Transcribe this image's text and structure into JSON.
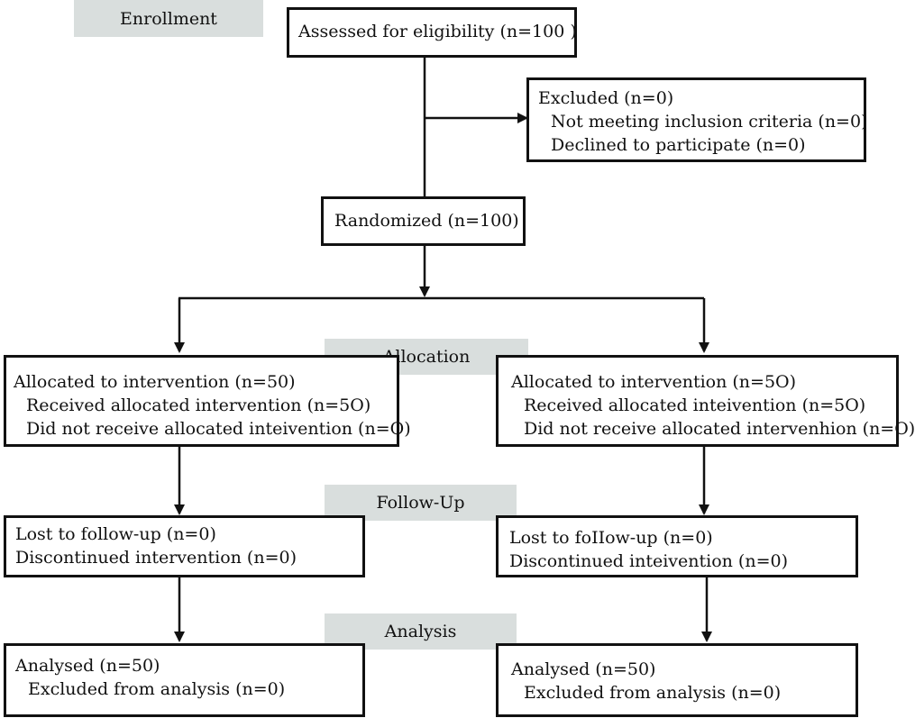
{
  "stages": {
    "enrollment": "Enrollment",
    "allocation": "Allocation",
    "followup": "Follow-Up",
    "analysis": "Analysis"
  },
  "assessed": "Assessed for eligibility (n=100 )",
  "excluded": {
    "title": "Excluded (n=0)",
    "items": [
      "Not meeting inclusion criteria (n=0)",
      "Declined to participate (n=0)"
    ]
  },
  "randomized": "Randomized (n=100)",
  "left": {
    "allocation": {
      "title": "Allocated to intervention (n=50)",
      "items": [
        "Received allocated intervention (n=5O)",
        "Did not receive allocated inteivention (n=O)"
      ]
    },
    "followup": [
      "Lost to follow-up (n=0)",
      "Discontinued intervention (n=0)"
    ],
    "analysis": {
      "title": "Analysed (n=50)",
      "items": [
        "Excluded from analysis (n=0)"
      ]
    }
  },
  "right": {
    "allocation": {
      "title": "Allocated to intervention (n=5O)",
      "items": [
        "Received allocated inteivention (n=5O)",
        "Did not receive allocated intervenhion (n=O)"
      ]
    },
    "followup": [
      "Lost to foIIow-up (n=0)",
      "Discontinued inteivention (n=0)"
    ],
    "analysis": {
      "title": "Analysed (n=50)",
      "items": [
        "Excluded from analysis (n=0)"
      ]
    }
  }
}
